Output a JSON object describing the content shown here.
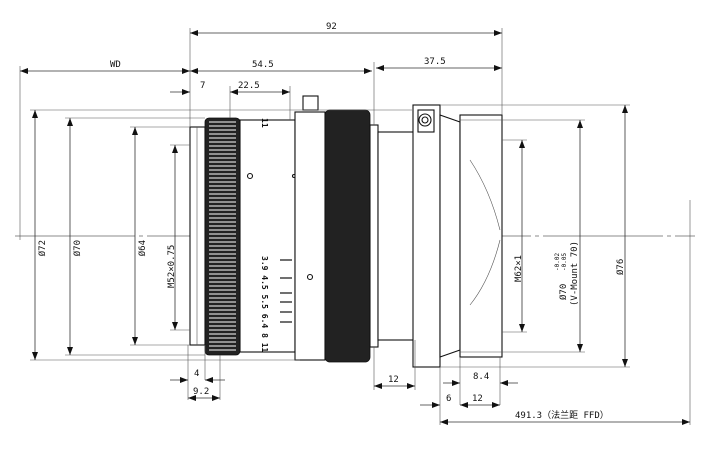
{
  "dimensions": {
    "overall_length": "92",
    "working_distance": "WD",
    "front_section": "54.5",
    "rear_section": "37.5",
    "front_offset": "7",
    "focus_ring_offset": "22.5",
    "filter_depth": "4",
    "filter_offset": "9.2",
    "tube_length": "12",
    "rear_thread_length": "8.4",
    "flange_offset": "6",
    "rear_length": "12",
    "flange_focal_distance": "491.3（法兰距 FFD）"
  },
  "diameters": {
    "d72": "Ø72",
    "d70_front": "Ø70",
    "d64": "Ø64",
    "filter_thread": "M52×0.75",
    "rear_thread": "M62×1",
    "mount_diameter": "Ø70",
    "mount_tolerance_upper": "-0.02",
    "mount_tolerance_lower": "-0.05",
    "mount_type": "(V-Mount 70)",
    "d76": "Ø76"
  },
  "lens_markings": {
    "aperture_scale": "3.9 4.5 5.5 6.4 8 11",
    "index_mark": "11"
  },
  "colors": {
    "line": "#111111",
    "dimension": "#333333"
  }
}
